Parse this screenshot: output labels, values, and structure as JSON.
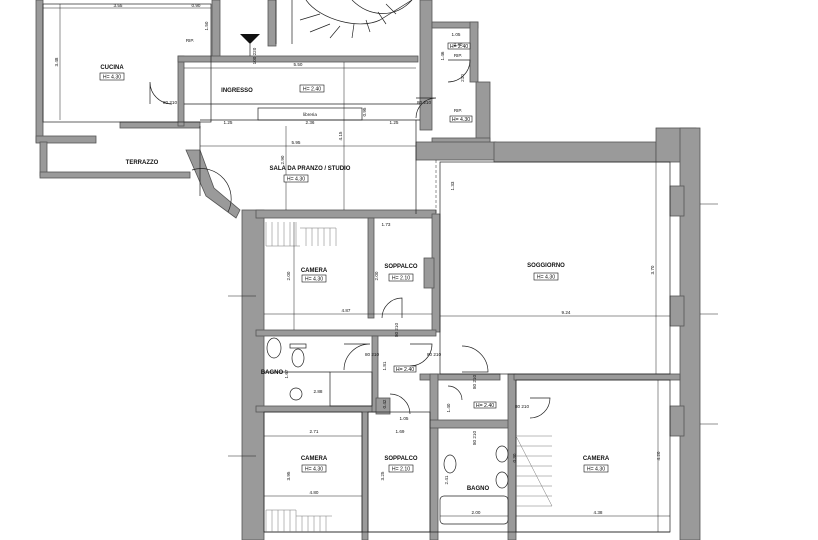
{
  "rooms": [
    {
      "name": "CUCINA",
      "height": "H= 4.30"
    },
    {
      "name": "INGRESSO",
      "height": "H= 2.40"
    },
    {
      "name": "SALA DA PRANZO / STUDIO",
      "height": "H= 4.30"
    },
    {
      "name": "TERRAZZO",
      "height": ""
    },
    {
      "name": "CAMERA",
      "height": "H= 4.30"
    },
    {
      "name": "SOPPALCO",
      "height": "H= 2.10"
    },
    {
      "name": "SOGGIORNO",
      "height": "H= 4.30"
    },
    {
      "name": "BAGNO",
      "height": ""
    },
    {
      "name": "CAMERA",
      "height": "H= 4.30"
    },
    {
      "name": "SOPPALCO",
      "height": "H= 2.10"
    },
    {
      "name": "BAGNO",
      "height": ""
    },
    {
      "name": "CAMERA",
      "height": "H= 4.30"
    }
  ],
  "labels": {
    "rip_1": "RIP.",
    "rip_2": "RIP.",
    "rip_3": "RIP.",
    "libreria": "libreria",
    "rip_2_height": "H= 2.40",
    "rip_3_height": "H= 4.30",
    "corridor_height_1": "H= 2.40",
    "corridor_height_2": "H= 2.40"
  },
  "dimensions": [
    "3.55",
    "0.90",
    "3.48",
    "1.50",
    "100 220",
    "5.50",
    "2.40",
    "1.05",
    "1.46",
    "210",
    "80 210",
    "80 210",
    "1.25",
    "2.36",
    "0.95",
    "1.25",
    "5.95",
    "4.15",
    "2.90",
    "1.33",
    "1.73",
    "2.00",
    "2.00",
    "4.87",
    "3.70",
    "9.24",
    "80 210",
    "80 210",
    "80 210",
    "1.81",
    "1.67",
    "2.88",
    "0.42",
    "1.05",
    "2.71",
    "1.69",
    "1.40",
    "80 210",
    "80 210",
    "80 210",
    "3.95",
    "3.25",
    "4.80",
    "2.41",
    "2.00",
    "4.38",
    "4.20",
    "0.30"
  ]
}
